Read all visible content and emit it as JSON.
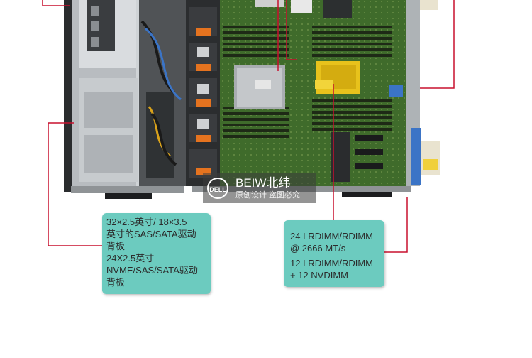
{
  "callouts": {
    "drive_backplane": {
      "line1": "32×2.5英寸/ 18×3.5",
      "line2": "英寸的SAS/SATA驱动",
      "line3": "背板",
      "line4": "24X2.5英寸",
      "line5": "NVME/SAS/SATA驱动",
      "line6": "背板"
    },
    "memory": {
      "line1": "24 LRDIMM/RDIMM",
      "line2": "@ 2666 MT/s",
      "line3": "12 LRDIMM/RDIMM",
      "line4": "+ 12 NVDIMM"
    }
  },
  "watermark": {
    "logo_text": "DELL",
    "brand": "BEIW北纬",
    "subtitle": "原创设计 盗图必究"
  },
  "colors": {
    "callout_bg": "#6ccbbf",
    "leader_line": "#c8102e",
    "board_green": "#3f6b2b"
  }
}
